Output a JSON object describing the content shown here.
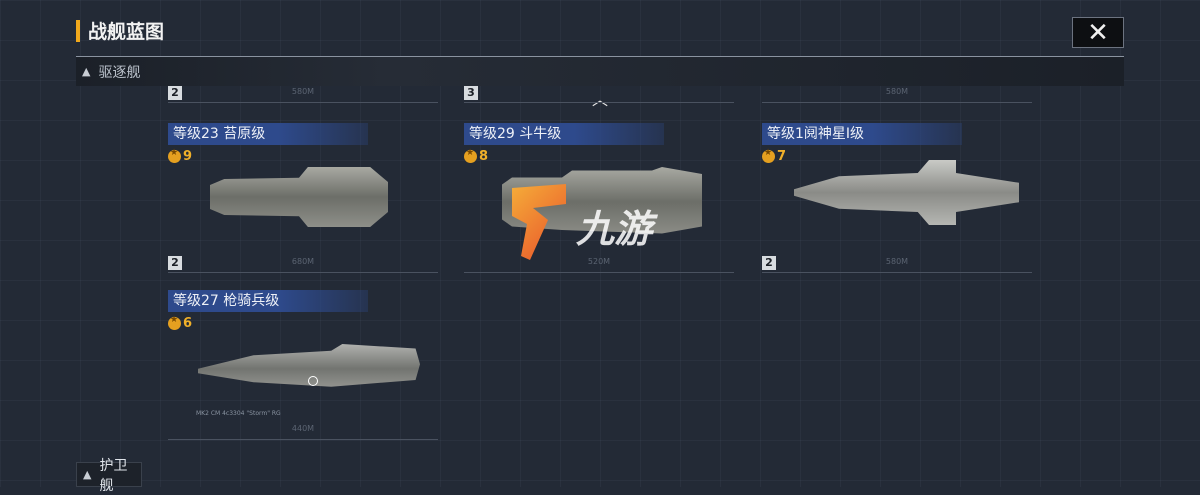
{
  "header": {
    "title": "战舰蓝图",
    "close_icon": "close-icon"
  },
  "sections": [
    {
      "label": "驱逐舰",
      "expanded": true
    },
    {
      "label": "护卫舰",
      "expanded": false
    }
  ],
  "ships": [
    {
      "label": "等级23 苔原级",
      "count": "9",
      "top_rank": "2",
      "bottom_rank": "2",
      "length": "680M"
    },
    {
      "label": "等级29 斗牛级",
      "count": "8",
      "top_rank": "3",
      "bottom_rank": "",
      "length": "520M"
    },
    {
      "label": "等级1阋神星I级",
      "count": "7",
      "top_rank": "",
      "bottom_rank": "2",
      "length": "580M"
    },
    {
      "label": "等级27 枪骑兵级",
      "count": "6",
      "top_rank": "",
      "bottom_rank": "",
      "length": "440M",
      "annotation": "MK2 CM 4c3304 \"Storm\" RG"
    }
  ],
  "top_ruler_length": "580M",
  "watermark": "九游"
}
